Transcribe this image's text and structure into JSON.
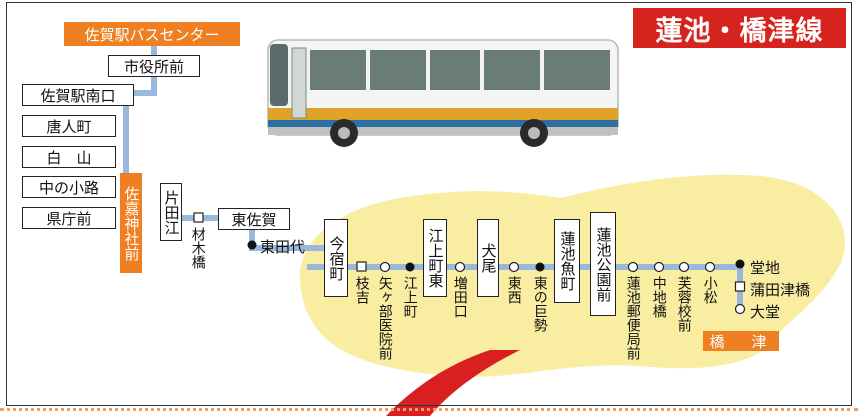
{
  "title": "蓮池・橋津線",
  "hub": "佐賀駅バスセンター",
  "terminal": "橋　津",
  "colors": {
    "title_bg": "#d6231e",
    "orange": "#ee7f22",
    "route": "#9ab7dc",
    "highlight": "#f8eda0",
    "bus_band": "#e0a32a"
  },
  "stops": {
    "shiyakusho": "市役所前",
    "sagaeki_minami": "佐賀駅南口",
    "tojin": "唐人町",
    "shirayama": "白　山",
    "nakanokoji": "中の小路",
    "kencho": "県庁前",
    "sagajinja": "佐嘉神社前",
    "katatae": "片田江",
    "zaimokubashi": "材木橋",
    "higashisaga": "東佐賀",
    "higashitashiro": "東田代",
    "imajuku": "今宿町",
    "edakichi": "枝吉",
    "yagabe": "矢ヶ部医院前",
    "egami": "江上町",
    "egamicho_higashi": "江上町東",
    "masuda": "増田口",
    "inuo": "犬尾",
    "tozai": "東西",
    "higashinoosei": "東の巨勢",
    "hasunoike_uo": "蓮池魚町",
    "hasunoike_koen": "蓮池公園前",
    "hasunoike_yubin": "蓮池郵便局前",
    "nakaji": "中地橋",
    "fuyo": "芙蓉校前",
    "komatsu": "小松",
    "dochi": "堂地",
    "kamata": "蒲田津橋",
    "odo": "大堂"
  }
}
